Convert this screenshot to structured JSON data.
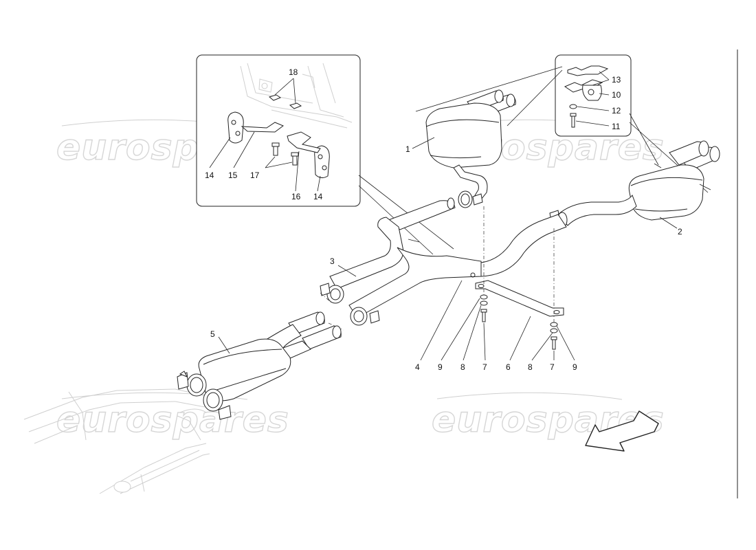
{
  "watermark": "eurospares",
  "part_labels": {
    "p1": "1",
    "p2": "2",
    "p3": "3",
    "p4": "4",
    "p5": "5",
    "p6": "6",
    "p7a": "7",
    "p7b": "7",
    "p8a": "8",
    "p8b": "8",
    "p9a": "9",
    "p9b": "9",
    "p10": "10",
    "p11": "11",
    "p12": "12",
    "p13": "13",
    "p14a": "14",
    "p14b": "14",
    "p15": "15",
    "p16": "16",
    "p17": "17",
    "p18": "18"
  },
  "direction_arrow": "arrow-icon"
}
